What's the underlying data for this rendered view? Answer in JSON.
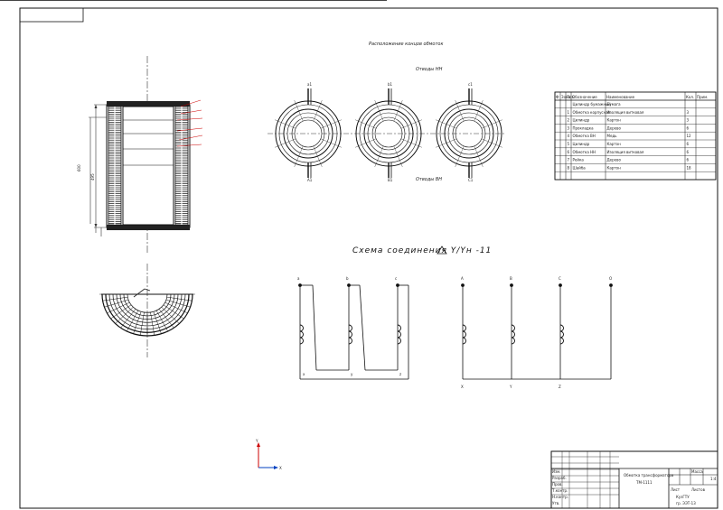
{
  "drawing": {
    "plan_title": "Расположение концов обмоток",
    "view_top_label": "Отводы НН",
    "view_bottom_label": "Отводы ВН",
    "scheme_title": "Схема соединения Y/Yн -11",
    "dimension_total": "600",
    "dimension_inner": "495",
    "top_terminals": [
      "a1",
      "b1",
      "c1"
    ],
    "bottom_terminals": [
      "A1",
      "B1",
      "C1"
    ],
    "delta_terminals_top": [
      "a",
      "b",
      "c"
    ],
    "delta_terminals_bottom": [
      "x",
      "y",
      "z"
    ],
    "star_terminals_top": [
      "A",
      "B",
      "C",
      "O"
    ],
    "star_terminals_bottom": [
      "X",
      "Y",
      "Z"
    ]
  },
  "spec_table": {
    "headers": [
      "Ф",
      "Зона",
      "Поз.",
      "Обозначение",
      "Наименование",
      "Кол.",
      "Прим."
    ],
    "rows": [
      [
        "",
        "",
        "",
        "Цилиндр бумажный",
        "Бумага",
        "",
        ""
      ],
      [
        "",
        "",
        "1",
        "Обмотка корпусная",
        "Изоляция витковая",
        "3",
        ""
      ],
      [
        "",
        "",
        "2",
        "Цилиндр",
        "Картон",
        "3",
        ""
      ],
      [
        "",
        "",
        "3",
        "Прокладка",
        "Дерево",
        "6",
        ""
      ],
      [
        "",
        "",
        "4",
        "Обмотка ВН",
        "Медь",
        "12",
        ""
      ],
      [
        "",
        "",
        "5",
        "Цилиндр",
        "Картон",
        "6",
        ""
      ],
      [
        "",
        "",
        "6",
        "Обмотка НН",
        "Изоляция витковая",
        "6",
        ""
      ],
      [
        "",
        "",
        "7",
        "Рейка",
        "Дерево",
        "6",
        ""
      ],
      [
        "",
        "",
        "8",
        "Шайба",
        "Картон",
        "18",
        ""
      ],
      [
        "",
        "",
        "",
        "",
        "",
        "",
        ""
      ]
    ]
  },
  "title_block": {
    "drawing_name": "Обмотка трансформатора",
    "drawing_code": "ТМ-1111",
    "sheet_label": "Лист",
    "sheets_label": "Листов",
    "mass_label": "Масса",
    "scale": "1:4",
    "role_rows": [
      "Изм.",
      "Разраб.",
      "Пров.",
      "Т.контр.",
      "Н.контр.",
      "Утв."
    ],
    "org_name": "КузГТУ",
    "group": "гр. ЭЭТ-13"
  },
  "axes": {
    "x_label": "X",
    "y_label": "Y"
  }
}
